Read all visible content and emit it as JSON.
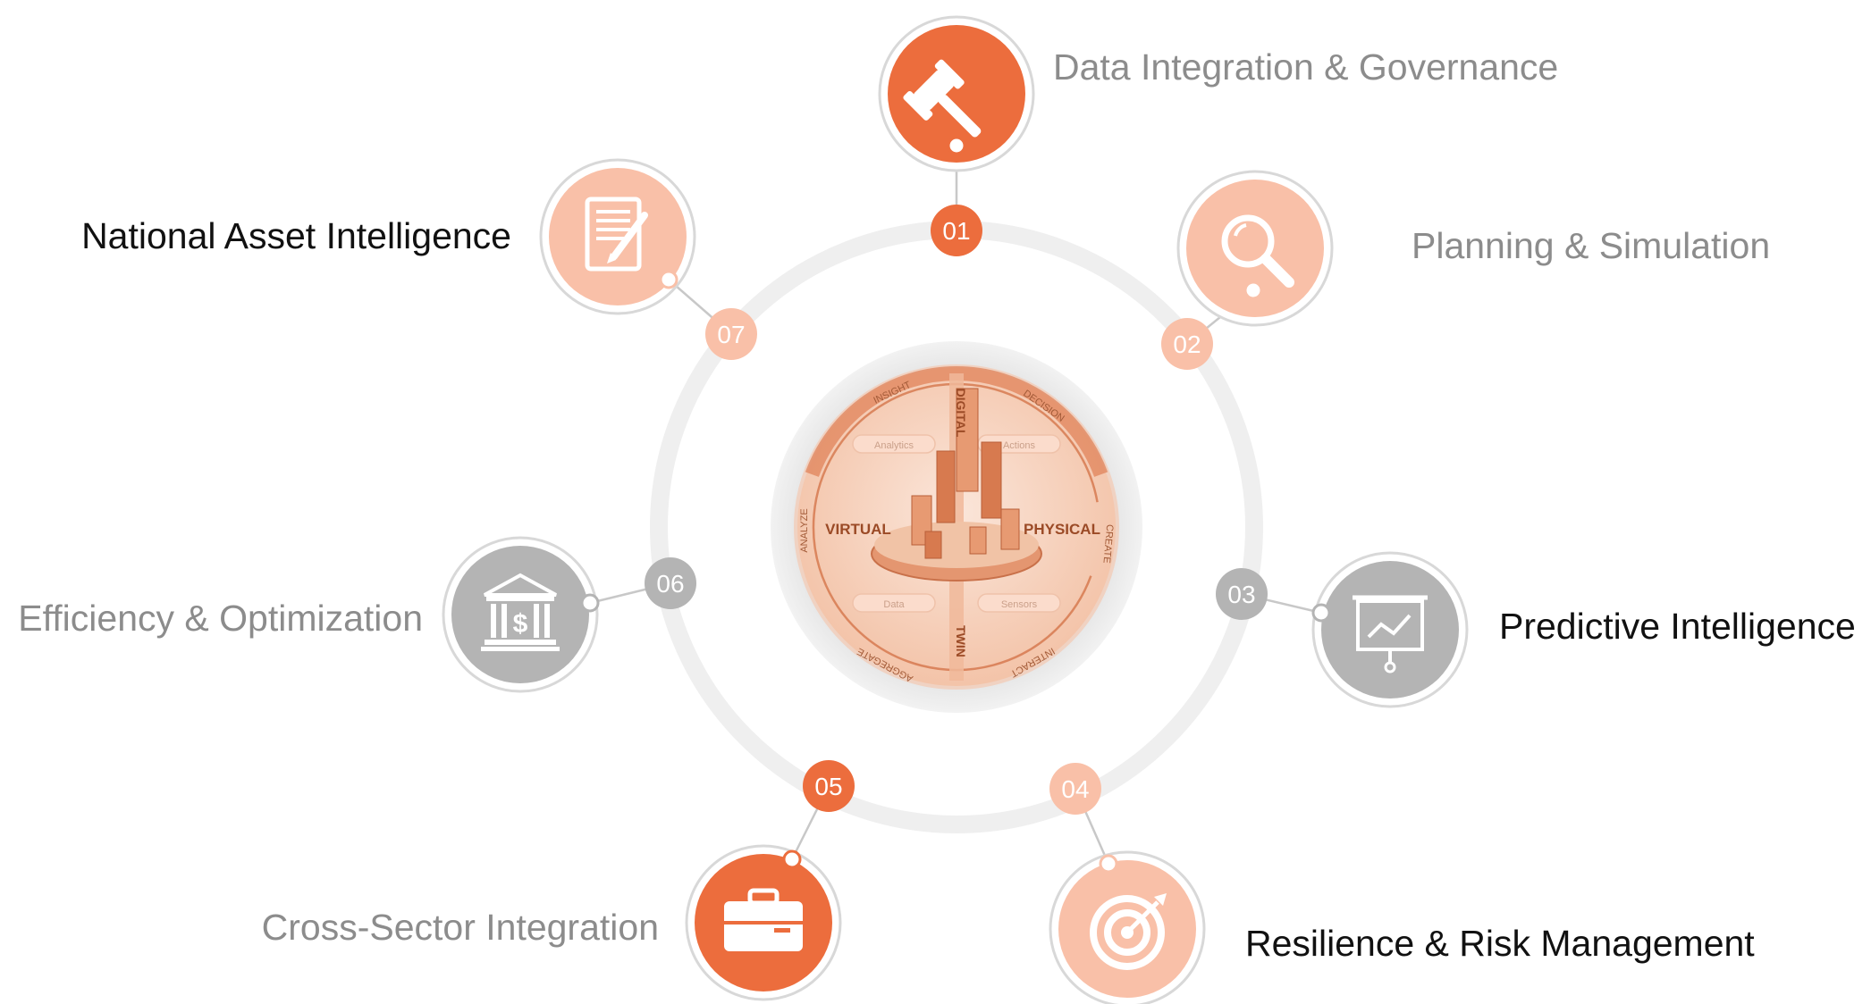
{
  "colors": {
    "accent": "#ec6d3d",
    "light": "#f9c0a8",
    "grey": "#b4b4b4",
    "ring": "#efefef",
    "text_grey": "#8c8c8c",
    "text_dark": "#111111"
  },
  "items": [
    {
      "number": "01",
      "label": "Data Integration & Governance",
      "state": "accent",
      "icon": "gavel-icon",
      "label_color": "#8c8c8c"
    },
    {
      "number": "02",
      "label": "Planning & Simulation",
      "state": "light",
      "icon": "magnifier-icon",
      "label_color": "#8c8c8c"
    },
    {
      "number": "03",
      "label": "Predictive Intelligence",
      "state": "grey",
      "icon": "presentation-chart-icon",
      "label_color": "#111111"
    },
    {
      "number": "04",
      "label": "Resilience & Risk Management",
      "state": "light",
      "icon": "target-icon",
      "label_color": "#111111"
    },
    {
      "number": "05",
      "label": "Cross-Sector Integration",
      "state": "accent",
      "icon": "briefcase-icon",
      "label_color": "#8c8c8c"
    },
    {
      "number": "06",
      "label": "Efficiency & Optimization",
      "state": "grey",
      "icon": "bank-icon",
      "label_color": "#8c8c8c"
    },
    {
      "number": "07",
      "label": "National Asset Intelligence",
      "state": "light",
      "icon": "document-pen-icon",
      "label_color": "#111111"
    }
  ],
  "center": {
    "left_label": "VIRTUAL",
    "right_label": "PHYSICAL",
    "top_label": "DIGITAL",
    "bottom_label": "TWIN",
    "arc_labels": [
      "INSIGHT",
      "DECISION",
      "CREATE",
      "INTERACT",
      "AGGREGATE",
      "ANALYZE"
    ],
    "boxes": [
      "Analytics",
      "Actions",
      "Data",
      "Sensors"
    ]
  }
}
